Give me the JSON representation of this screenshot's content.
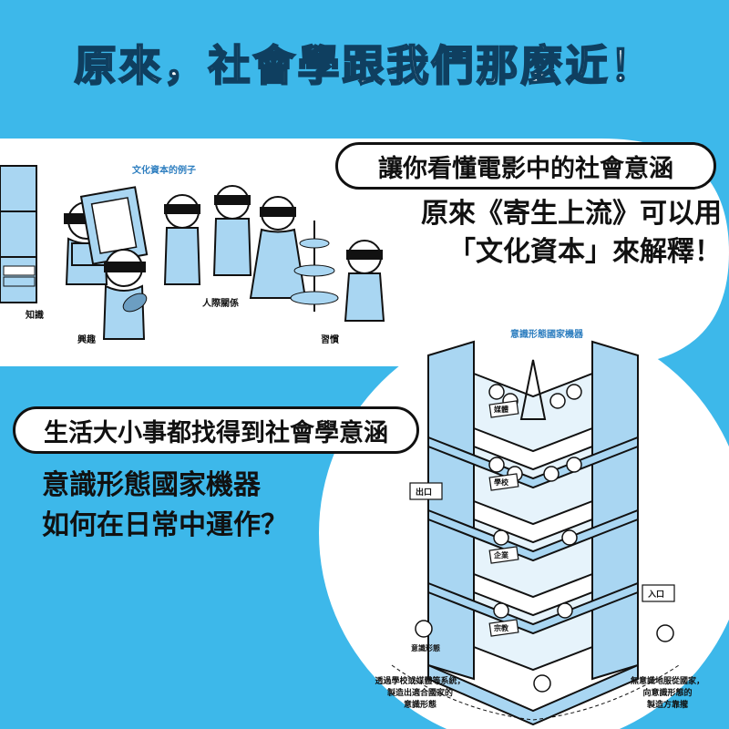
{
  "title": "原來，社會學跟我們那麼近！",
  "movie_section": {
    "pill": "讓你看懂電影中的社會意涵",
    "line1": "原來《寄生上流》可以用",
    "line2": "「文化資本」來解釋！"
  },
  "cultural_capital": {
    "heading": "文化資本的例子",
    "labels": {
      "knowledge": "知識",
      "interest": "興趣",
      "relations": "人際關係",
      "habits": "習慣"
    }
  },
  "daily_section": {
    "pill": "生活大小事都找得到社會學意涵",
    "line1": "意識形態國家機器",
    "line2": "如何在日常中運作？"
  },
  "ideology_machine": {
    "heading": "意識形態國家機器",
    "floors": {
      "media": "媒體",
      "school": "學校",
      "company": "企業",
      "religion": "宗教"
    },
    "exit": "出口",
    "entrance": "入口",
    "badge": "意識形態",
    "caption_left": [
      "透過學校或媒體等系統，",
      "製造出適合國家的",
      "意識形態"
    ],
    "caption_right": [
      "無意識地服從國家，",
      "向意識形態的",
      "製造方靠攏"
    ]
  },
  "colors": {
    "background": "#3db8ea",
    "panel": "#ffffff",
    "illustration_blue": "#a9d6f2",
    "outline": "#111111",
    "title_stroke": "#0f3f60"
  }
}
